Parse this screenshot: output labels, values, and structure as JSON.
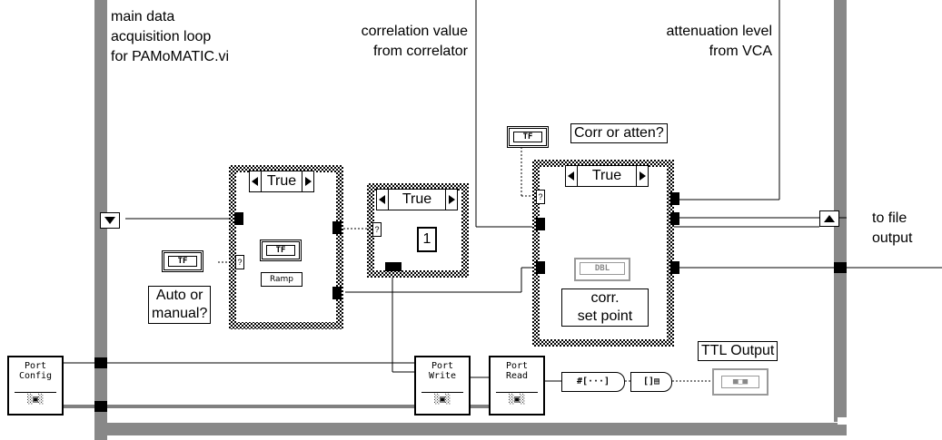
{
  "labels": {
    "loop_note": [
      "main data",
      "acquisition loop",
      "for PAMoMATIC.vi"
    ],
    "correlation_note": [
      "correlation value",
      "from correlator"
    ],
    "attenuation_note": [
      "attenuation level",
      "from VCA"
    ],
    "file_output": [
      "to file",
      "output"
    ]
  },
  "controls": {
    "auto_manual": {
      "type": "TF",
      "label": [
        "Auto or",
        "manual?"
      ]
    },
    "corr_or_atten": {
      "type": "TF",
      "label": "Corr or atten?"
    },
    "ramp": {
      "type": "TF",
      "label": "Ramp"
    },
    "corr_set_point": {
      "type": "DBL",
      "label": [
        "corr.",
        "set point"
      ]
    },
    "ttl_output": {
      "label": "TTL Output"
    }
  },
  "case_structures": [
    {
      "selector": "True"
    },
    {
      "selector": "True"
    },
    {
      "selector": "True"
    }
  ],
  "constant": "1",
  "subvis": {
    "port_config": [
      "Port",
      "Config"
    ],
    "port_write": [
      "Port",
      "Write"
    ],
    "port_read": [
      "Port",
      "Read"
    ]
  }
}
